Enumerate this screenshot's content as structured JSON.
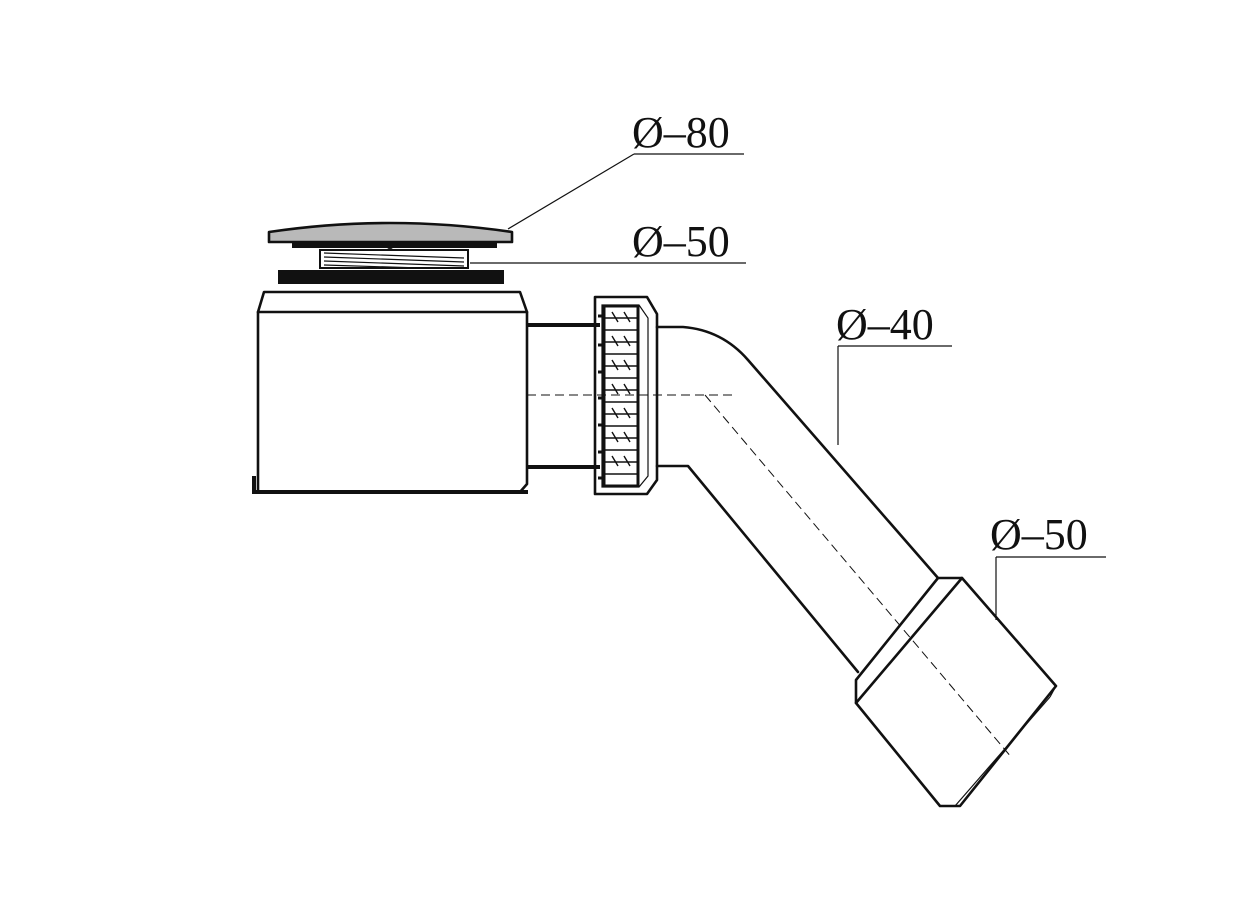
{
  "dimensions": {
    "cap_diameter": "Ø–80",
    "outlet_thread_diameter": "Ø–50",
    "pipe_diameter": "Ø–40",
    "end_diameter": "Ø–50"
  },
  "colors": {
    "line": "#111111",
    "cap_fill": "#b9b9b9",
    "background": "#ffffff"
  }
}
